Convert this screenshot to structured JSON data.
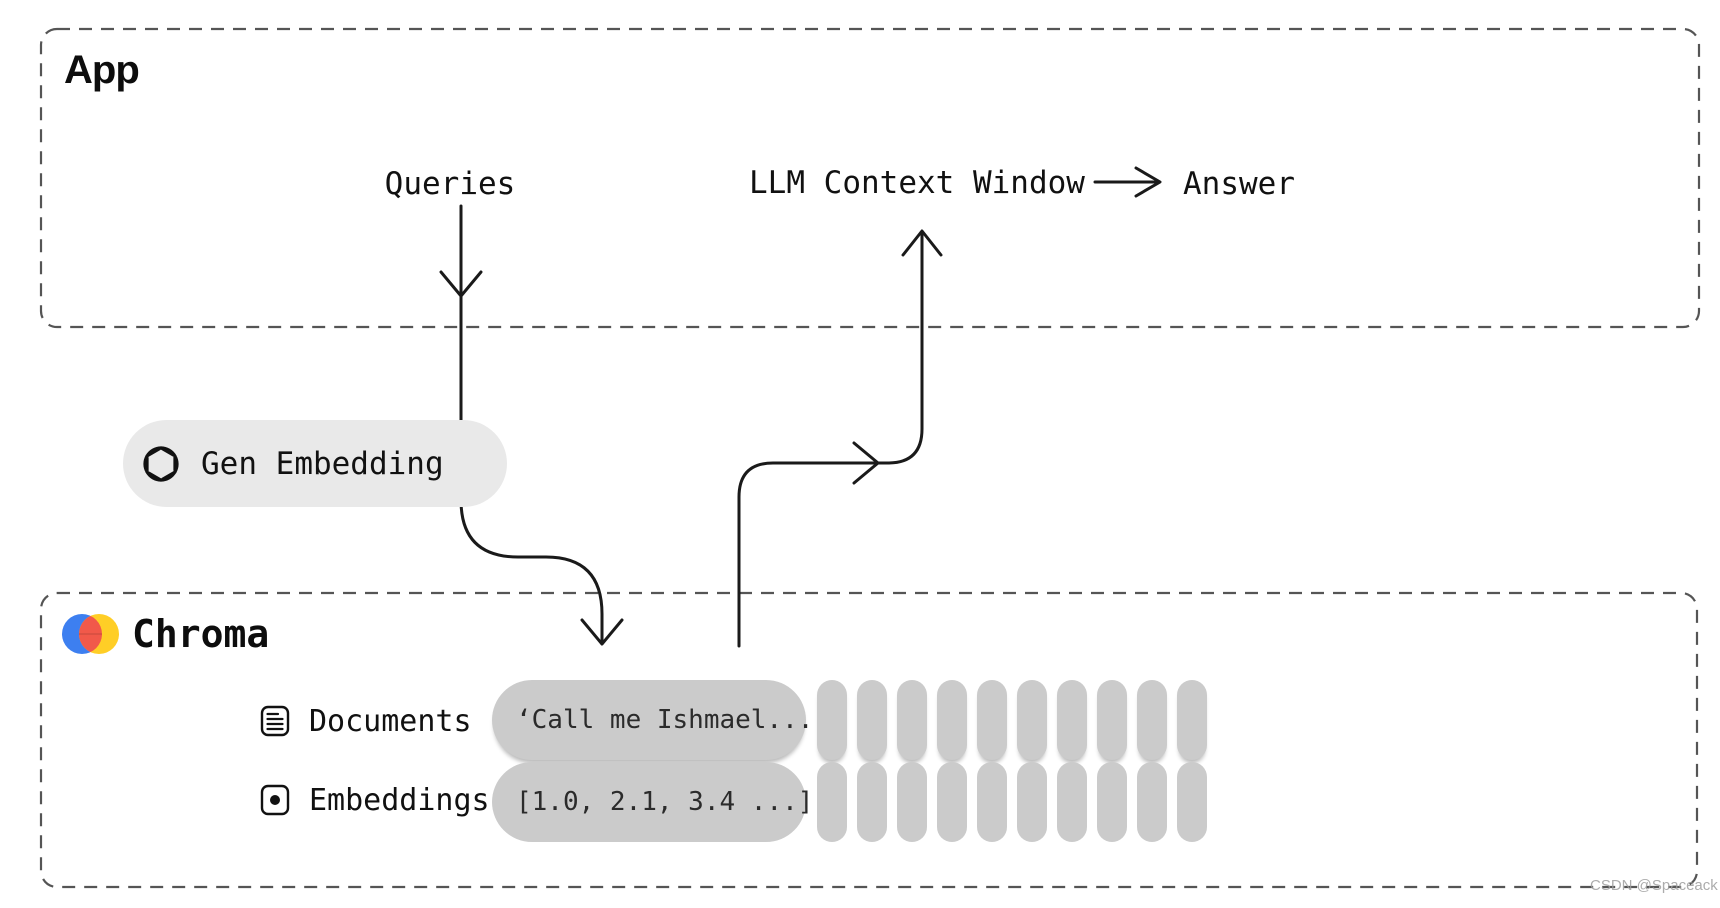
{
  "diagram": {
    "app_box": {
      "title": "App"
    },
    "chroma_box": {
      "title": "Chroma"
    },
    "flow_labels": {
      "queries": "Queries",
      "llm_context_window": "LLM Context Window",
      "answer": "Answer"
    },
    "gen_embedding": {
      "label": "Gen Embedding",
      "icon": "openai-logo"
    },
    "rows": {
      "documents": {
        "label": "Documents",
        "icon": "document-icon",
        "sample": "‘Call me Ishmael...",
        "pill_count": 10
      },
      "embeddings": {
        "label": "Embeddings",
        "icon": "embedding-dot-icon",
        "sample": "[1.0, 2.1, 3.4 ...]",
        "pill_count": 10
      }
    },
    "colors": {
      "background": "#ffffff",
      "dashed_border": "#555555",
      "arrow_line": "#1a1a1a",
      "data_pill_gray": "#cbcbcb",
      "chip_gray": "#e9e9e9",
      "chroma_blue": "#3D7FF0",
      "chroma_yellow": "#FFCE26",
      "chroma_red": "#F1594A",
      "watermark_gray": "#9e9e9e"
    },
    "watermark": "CSDN @Spaceack"
  }
}
